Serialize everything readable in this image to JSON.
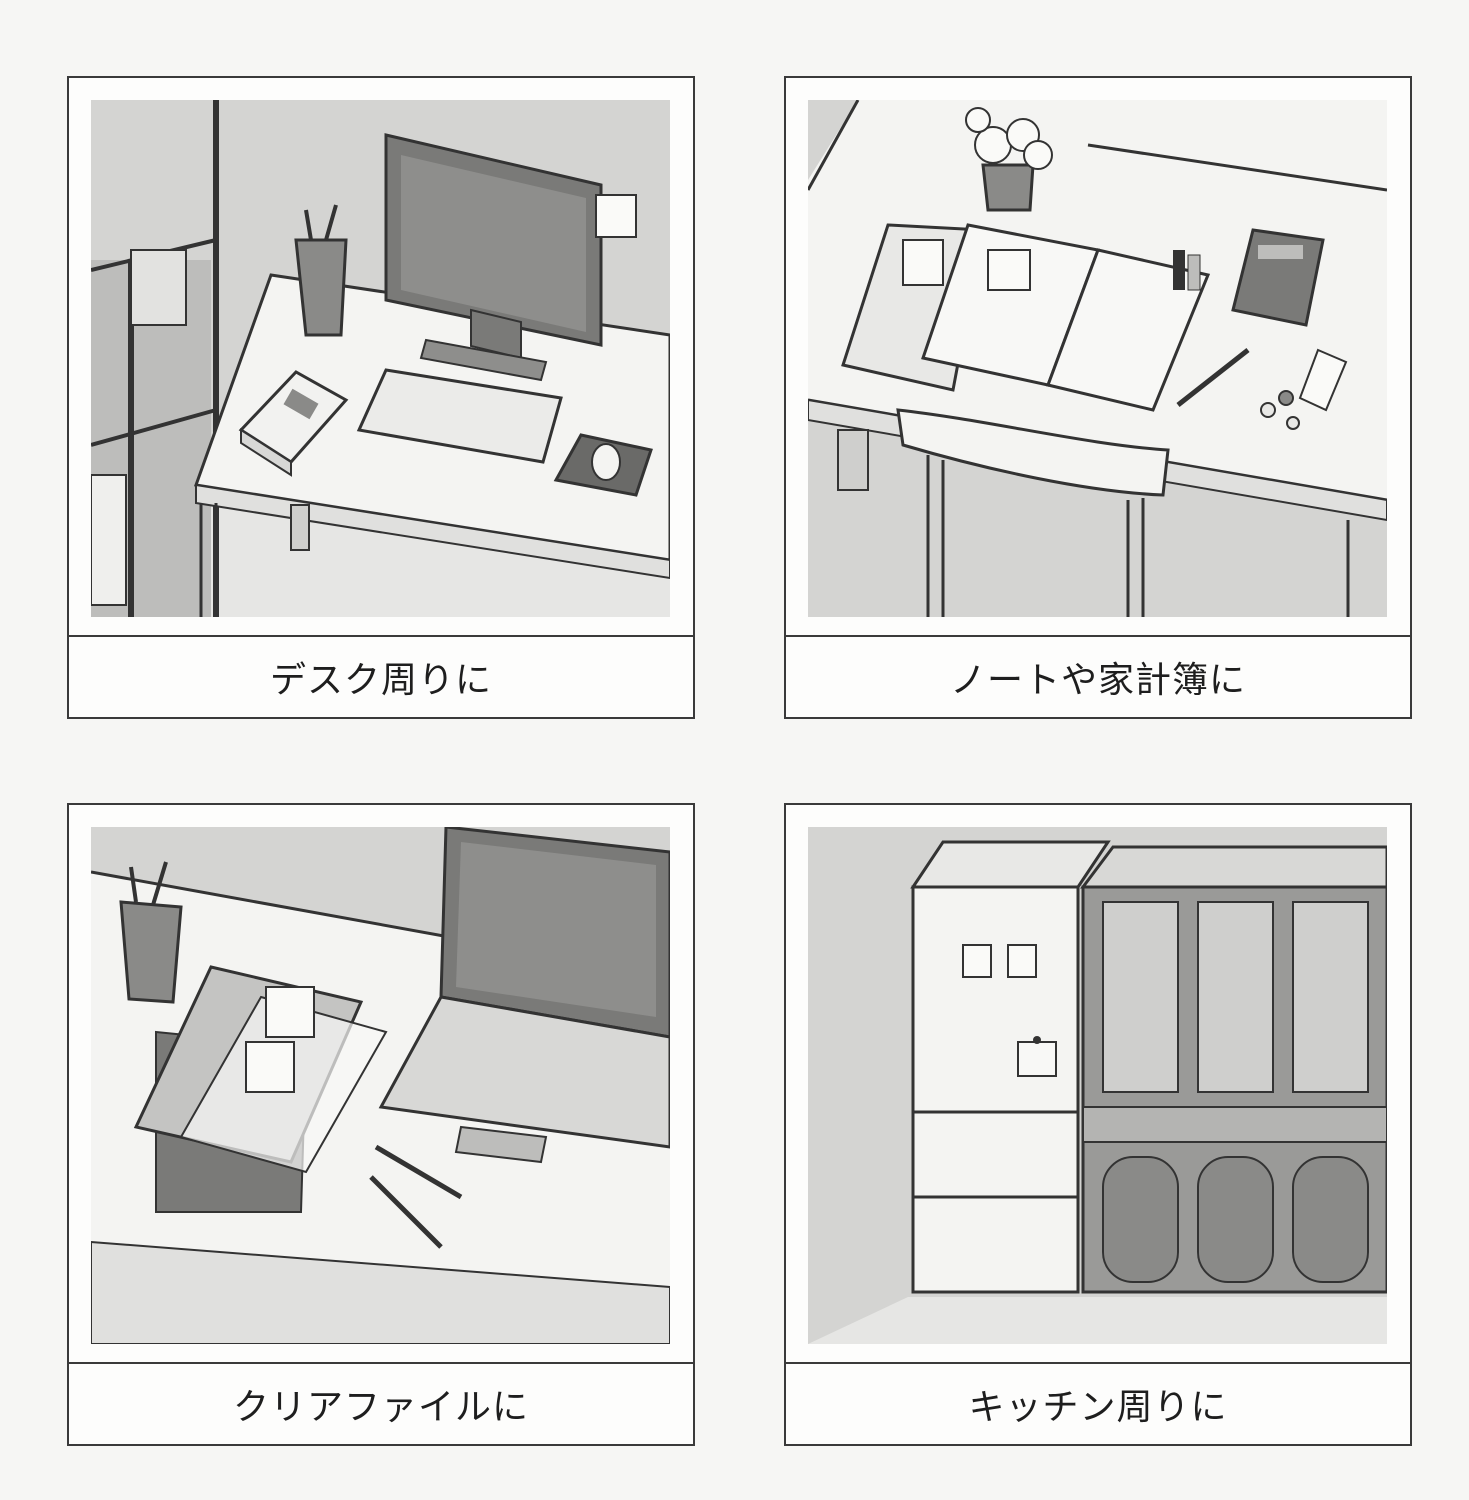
{
  "panels": [
    {
      "caption": "デスク周りに",
      "scene_icon": "desk-computer-scene"
    },
    {
      "caption": "ノートや家計簿に",
      "scene_icon": "notebook-household-budget-scene"
    },
    {
      "caption": "クリアファイルに",
      "scene_icon": "clear-file-laptop-scene"
    },
    {
      "caption": "キッチン周りに",
      "scene_icon": "kitchen-refrigerator-cupboard-scene"
    }
  ],
  "colors": {
    "background": "#f6f6f4",
    "frame": "#3a3a3a",
    "scene_gray": "#d4d4d2",
    "dark_gray": "#6e6e6e"
  }
}
